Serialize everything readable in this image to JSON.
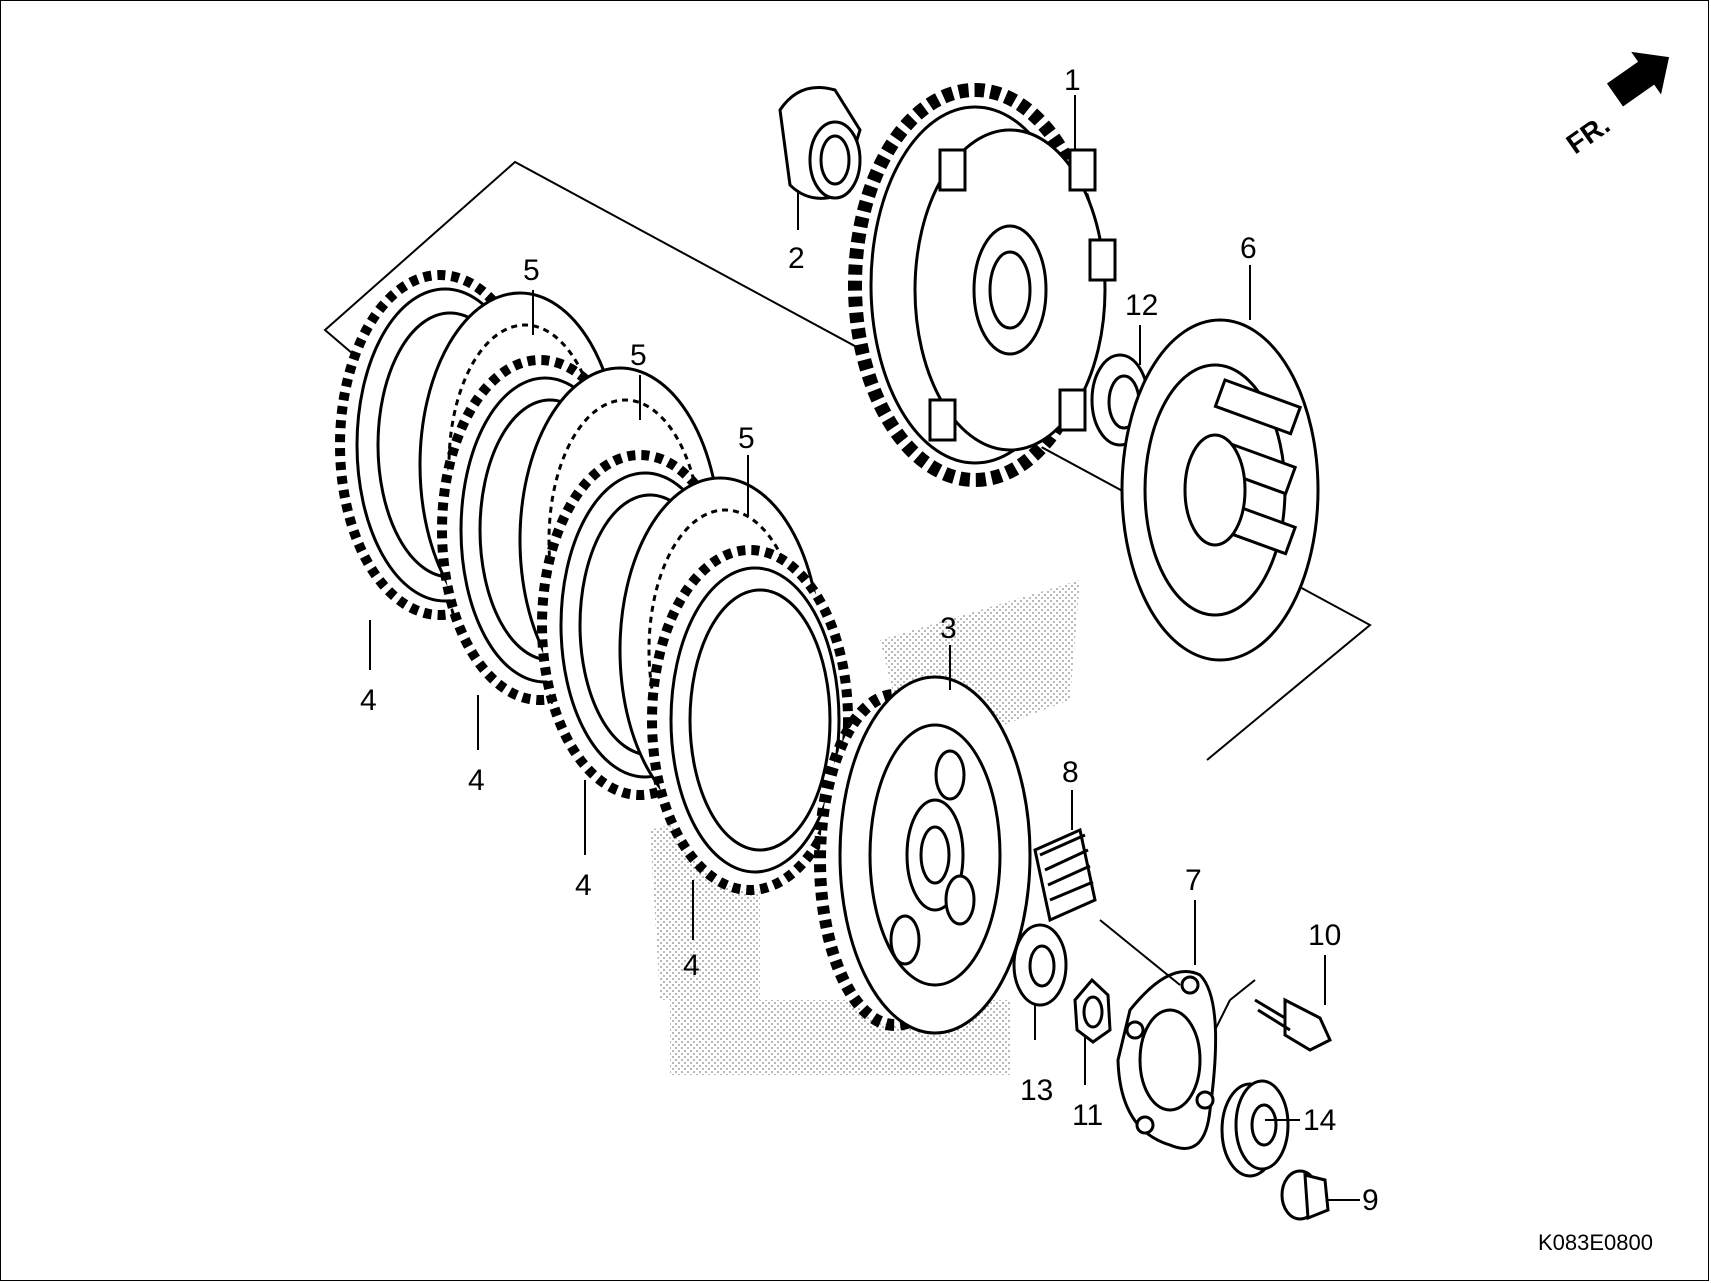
{
  "diagram": {
    "part_code": "K083E0800",
    "direction_label": "FR.",
    "colors": {
      "line": "#000000",
      "background": "#ffffff",
      "stipple": "#9a9a9a"
    },
    "callouts": [
      "1",
      "2",
      "3",
      "4",
      "4",
      "4",
      "4",
      "5",
      "5",
      "5",
      "6",
      "7",
      "8",
      "9",
      "10",
      "11",
      "12",
      "13",
      "14"
    ]
  }
}
